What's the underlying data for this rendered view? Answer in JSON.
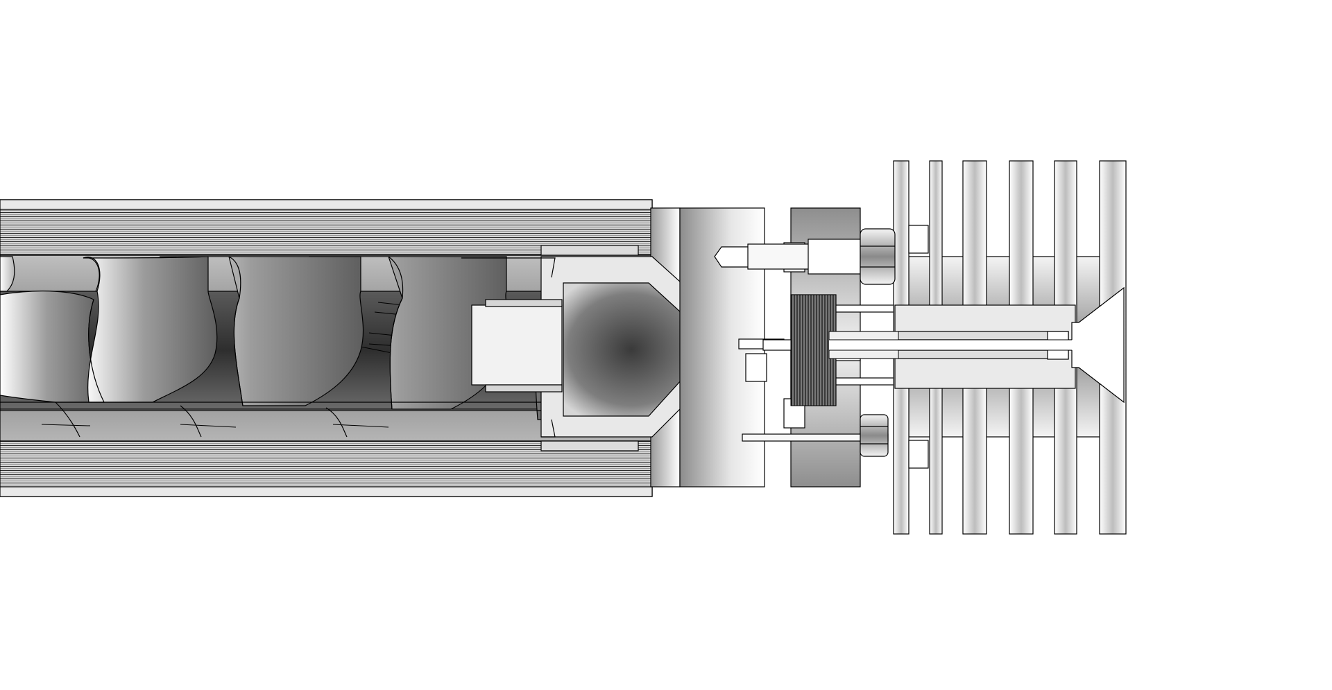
{
  "figure": {
    "kind": "mechanical-cross-section",
    "background_color": "#ffffff",
    "line_color": "#000000",
    "dark_shade": "#3a3a3a",
    "light_shade": "#ffffff",
    "mid_shade": "#a8a8a8"
  },
  "components": {
    "barrel": "barrel",
    "screw": "screw",
    "screw_tip": "screw-tip",
    "end_cap": "end-cap",
    "nozzle_plate": "nozzle-plate",
    "heat_break": "heat-break",
    "heater_block": "heater-block",
    "heatsink": "heatsink",
    "bolts": "bolts",
    "nozzle": "nozzle"
  }
}
